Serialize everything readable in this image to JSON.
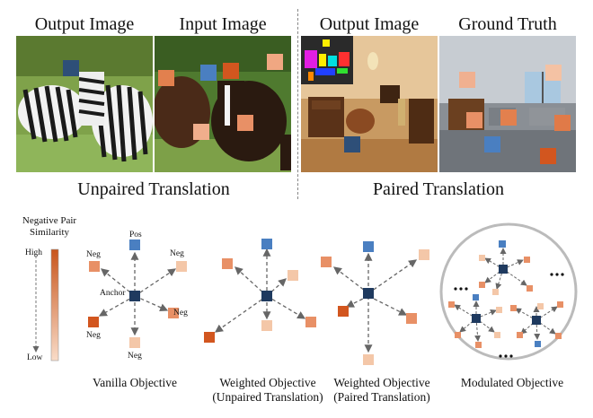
{
  "headers": {
    "output_left": "Output Image",
    "input": "Input Image",
    "output_right": "Output Image",
    "ground_truth": "Ground Truth"
  },
  "sections": {
    "unpaired": "Unpaired Translation",
    "paired": "Paired Translation"
  },
  "legend": {
    "title_line1": "Negative Pair",
    "title_line2": "Similarity",
    "high": "High",
    "low": "Low"
  },
  "vanilla": {
    "pos": "Pos",
    "anchor": "Anchor",
    "neg_tl": "Neg",
    "neg_tr": "Neg",
    "neg_r": "Neg",
    "neg_bl": "Neg",
    "neg_b": "Neg"
  },
  "captions": {
    "vanilla": "Vanilla Objective",
    "weighted_unpaired_1": "Weighted Objective",
    "weighted_unpaired_2": "(Unpaired Translation)",
    "weighted_paired_1": "Weighted Objective",
    "weighted_paired_2": "(Paired Translation)",
    "modulated": "Modulated Objective"
  },
  "colors": {
    "anchor": "#1f3a5f",
    "positive": "#4a7fc1",
    "neg_high": "#d2561f",
    "neg_mid": "#e89066",
    "neg_low": "#f4c7a8",
    "arrow": "#666666"
  }
}
